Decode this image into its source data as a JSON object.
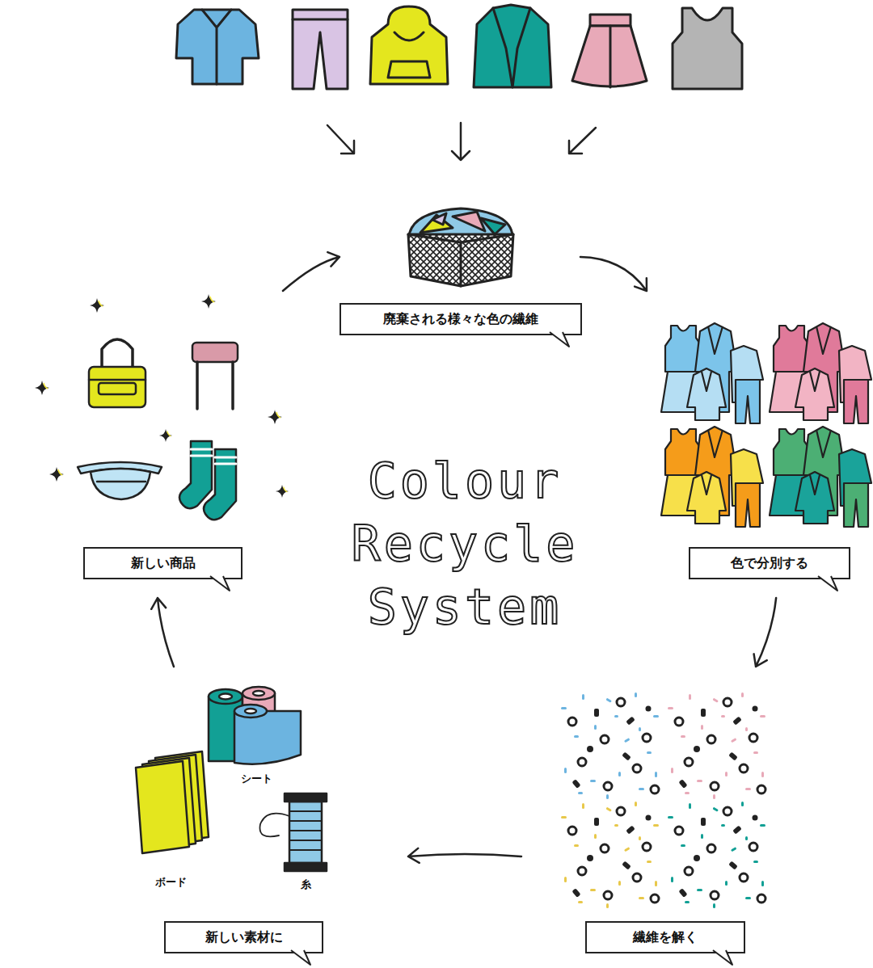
{
  "diagram": {
    "title": "Colour Recycle System",
    "nodes": [
      {
        "text": [
          "廃棄される様々な色の繊維"
        ]
      },
      {
        "text": [
          "色で分別する"
        ]
      },
      {
        "text": [
          "繊維を解く"
        ]
      },
      {
        "text": [
          "新しい素材に"
        ]
      },
      {
        "text": [
          "新しい商品"
        ]
      }
    ],
    "edges": [
      {
        "from": 0,
        "to": 1,
        "arrow": "to"
      },
      {
        "from": 1,
        "to": 2,
        "arrow": "to"
      },
      {
        "from": 2,
        "to": 3,
        "arrow": "to"
      },
      {
        "from": 3,
        "to": 4,
        "arrow": "to"
      },
      {
        "from": 4,
        "to": 0,
        "arrow": "to"
      }
    ],
    "labels": [
      "シート",
      "ボード",
      "糸"
    ]
  }
}
